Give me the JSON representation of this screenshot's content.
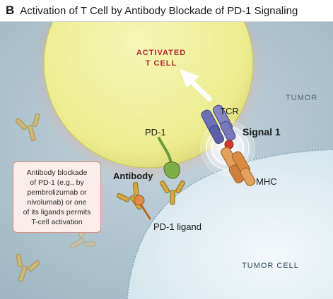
{
  "header": {
    "panel_letter": "B",
    "title": "Activation of T Cell by Antibody Blockade of PD-1 Signaling"
  },
  "labels": {
    "activated_line1": "ACTIVATED",
    "activated_line2": "T CELL",
    "tumor": "TUMOR",
    "tcr": "TCR",
    "signal1": "Signal 1",
    "pd1": "PD-1",
    "antibody": "Antibody",
    "mhc": "MHC",
    "pd1_ligand": "PD-1 ligand",
    "tumor_cell": "TUMOR CELL"
  },
  "info_box": {
    "text": "Antibody blockade\nof PD-1 (e.g., by\npembrolizumab or\nnivolumab) or one\nof its ligands permits\nT-cell activation"
  },
  "colors": {
    "background": "#a9c0cb",
    "t_cell": "#efef9a",
    "tumor_cell": "#e6f1f6",
    "accent_red": "#b8262e",
    "antibody_gold": "#c9a23a",
    "pd1_green": "#6f9a3c",
    "tcr_purple": "#6c6fb3",
    "mhc_orange": "#d98b45"
  }
}
